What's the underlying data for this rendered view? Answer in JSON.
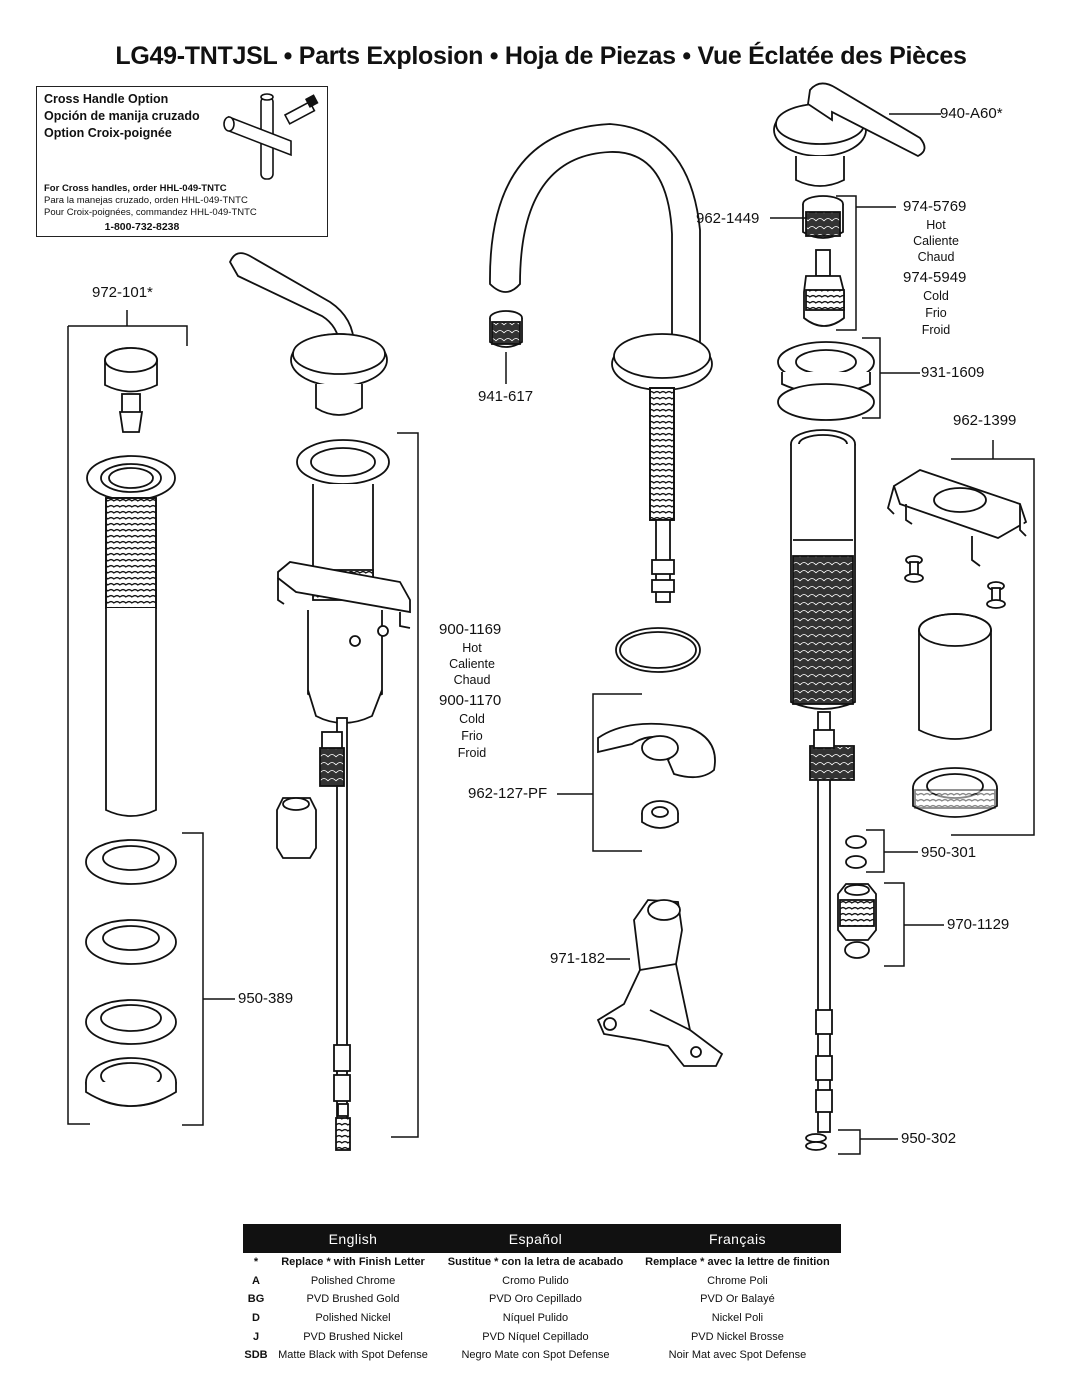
{
  "title": "LG49-TNTJSL  •  Parts Explosion  •  Hoja de Piezas  •  Vue Éclatée des Pièces",
  "cross_handle_option": {
    "heading_en": "Cross Handle Option",
    "heading_es": "Opción de manija cruzado",
    "heading_fr": "Option Croix-poignée",
    "order_en": "For Cross handles, order HHL-049-TNTC",
    "order_es": "Para la manejas cruzado, orden HHL-049-TNTC",
    "order_fr": "Pour Croix-poignées, commandez HHL-049-TNTC",
    "phone": "1-800-732-8238"
  },
  "parts": {
    "p940": "940-A60*",
    "p962_1449": "962-1449",
    "p974_5769": "974-5769",
    "p974_5769_hot": "Hot",
    "p974_5769_caliente": "Caliente",
    "p974_5769_chaud": "Chaud",
    "p974_5949": "974-5949",
    "p974_5949_cold": "Cold",
    "p974_5949_frio": "Frio",
    "p974_5949_froid": "Froid",
    "p972": "972-101*",
    "p941": "941-617",
    "p931": "931-1609",
    "p962_1399": "962-1399",
    "p900_1169": "900-1169",
    "p900_1169_hot": "Hot",
    "p900_1169_caliente": "Caliente",
    "p900_1169_chaud": "Chaud",
    "p900_1170": "900-1170",
    "p900_1170_cold": "Cold",
    "p900_1170_frio": "Frio",
    "p900_1170_froid": "Froid",
    "p962_127": "962-127-PF",
    "p950_301": "950-301",
    "p970": "970-1129",
    "p971": "971-182",
    "p950_389": "950-389",
    "p950_302": "950-302"
  },
  "legend": {
    "headers": [
      "English",
      "Español",
      "Français"
    ],
    "rows": [
      {
        "code": "*",
        "en": "Replace * with Finish Letter",
        "es": "Sustitue * con la letra de acabado",
        "fr": "Remplace * avec la lettre de finition"
      },
      {
        "code": "A",
        "en": "Polished Chrome",
        "es": "Cromo Pulido",
        "fr": "Chrome Poli"
      },
      {
        "code": "BG",
        "en": "PVD Brushed Gold",
        "es": "PVD Oro Cepillado",
        "fr": "PVD Or Balayé"
      },
      {
        "code": "D",
        "en": "Polished Nickel",
        "es": "Níquel Pulido",
        "fr": "Nickel Poli"
      },
      {
        "code": "J",
        "en": "PVD Brushed Nickel",
        "es": "PVD Níquel Cepillado",
        "fr": "PVD Nickel Brosse"
      },
      {
        "code": "SDB",
        "en": "Matte Black with Spot Defense",
        "es": "Negro Mate con Spot Defense",
        "fr": "Noir Mat avec Spot Defense"
      }
    ]
  }
}
